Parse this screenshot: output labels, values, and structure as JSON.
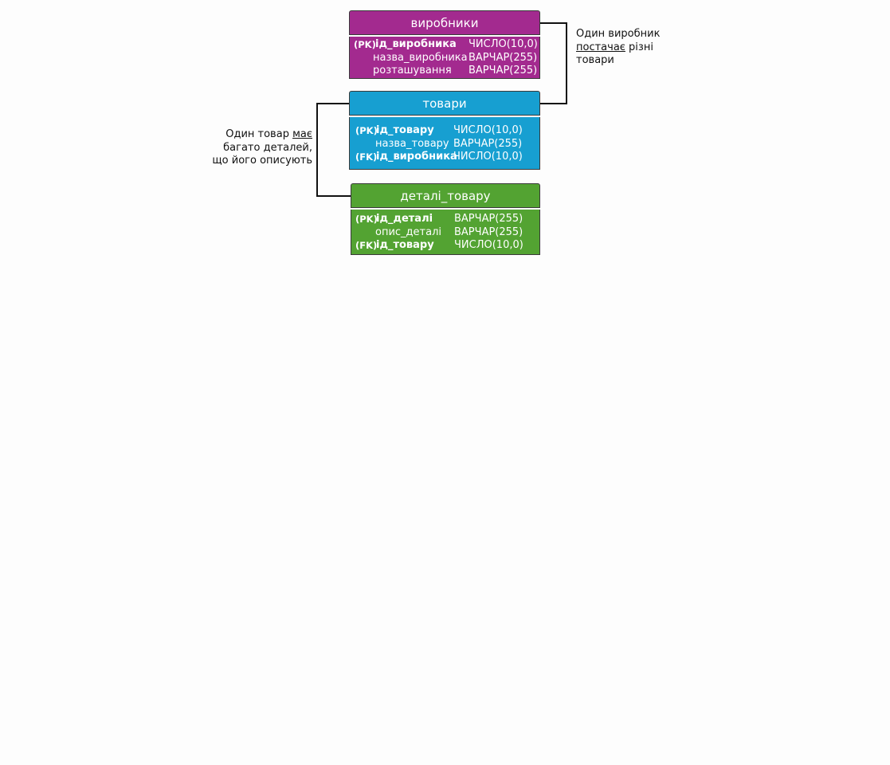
{
  "colors": {
    "vyrobnyky": "#a32a8f",
    "tovary": "#179fd1",
    "detali": "#53a332",
    "line": "#111111"
  },
  "entities": {
    "vyrobnyky": {
      "title": "виробники",
      "fields": [
        {
          "key": "(PK)",
          "name": "ід_виробника",
          "type": "ЧИСЛО(10,0)"
        },
        {
          "key": "",
          "name": "назва_виробника",
          "type": "ВАРЧАР(255)"
        },
        {
          "key": "",
          "name": "розташування",
          "type": "ВАРЧАР(255)"
        }
      ]
    },
    "tovary": {
      "title": "товари",
      "fields": [
        {
          "key": "(PK)",
          "name": "ід_товару",
          "type": "ЧИСЛО(10,0)"
        },
        {
          "key": "",
          "name": "назва_товару",
          "type": "ВАРЧАР(255)"
        },
        {
          "key": "(FK)",
          "name": "ід_виробника",
          "type": "ЧИСЛО(10,0)"
        }
      ]
    },
    "detali": {
      "title": "деталі_товару",
      "fields": [
        {
          "key": "(PK)",
          "name": "ід_деталі",
          "type": "ВАРЧАР(255)"
        },
        {
          "key": "",
          "name": "опис_деталі",
          "type": "ВАРЧАР(255)"
        },
        {
          "key": "(FK)",
          "name": "ід_товару",
          "type": "ЧИСЛО(10,0)"
        }
      ]
    }
  },
  "relationships": {
    "supplies": {
      "line1": "Один виробник",
      "verb": "постачає",
      "line2_rest": " різні",
      "line3": "товари"
    },
    "has": {
      "line1_prefix": "Один товар ",
      "verb": "має",
      "line2": "багато деталей,",
      "line3": "що його описують"
    }
  }
}
